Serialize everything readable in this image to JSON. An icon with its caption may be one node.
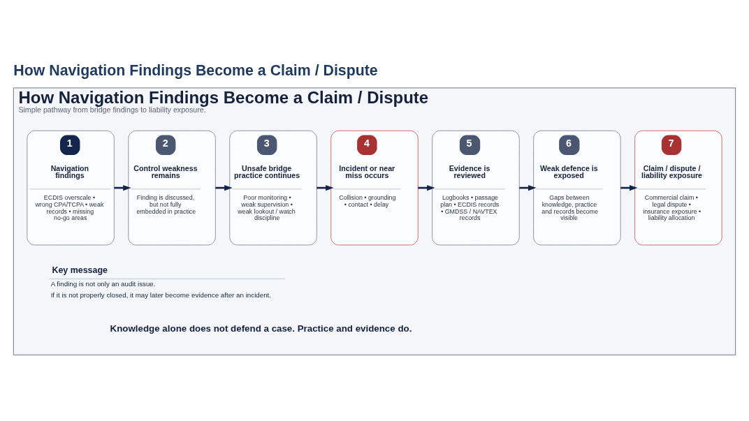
{
  "diagram": {
    "title": "How Navigation Findings Become a Claim / Dispute",
    "nodes": [
      {
        "text": [
          "How Navigation Findings Become a Claim / Dispute",
          "Simple pathway from bridge findings to liability exposure."
        ]
      },
      {
        "text": [
          "1",
          "Navigation findings",
          "ECDIS overscale • wrong CPA/TCPA • weak records • missing no-go areas"
        ],
        "in": 0
      },
      {
        "text": [
          "2",
          "Control weakness remains",
          "Finding is discussed, but not fully embedded in practice"
        ],
        "in": 0
      },
      {
        "text": [
          "3",
          "Unsafe bridge practice continues",
          "Poor monitoring • weak supervision • weak lookout / watch discipline"
        ],
        "in": 0
      },
      {
        "text": [
          "4",
          "Incident or near miss occurs",
          "Collision • grounding • contact • delay"
        ],
        "in": 0
      },
      {
        "text": [
          "5",
          "Evidence is reviewed",
          "Logbooks • passage plan • ECDIS records • GMDSS / NAVTEX records"
        ],
        "in": 0
      },
      {
        "text": [
          "6",
          "Weak defence is exposed",
          "Gaps between knowledge, practice and records become visible"
        ],
        "in": 0
      },
      {
        "text": [
          "7",
          "Claim / dispute / liability exposure",
          "Commercial claim • legal dispute • insurance exposure • liability allocation"
        ],
        "in": 0
      }
    ],
    "edges": [
      {
        "from": 1,
        "to": 2,
        "arrow": "to"
      },
      {
        "from": 2,
        "to": 3,
        "arrow": "to"
      },
      {
        "from": 3,
        "to": 4,
        "arrow": "to"
      },
      {
        "from": 4,
        "to": 5,
        "arrow": "to"
      },
      {
        "from": 5,
        "to": 6,
        "arrow": "to"
      },
      {
        "from": 6,
        "to": 7,
        "arrow": "to"
      }
    ],
    "labels": [
      "Key message",
      "A finding is not only an audit issue.",
      "If it is not properly closed, it may later become evidence after an incident.",
      "Knowledge alone does not defend a case. Practice and evidence do."
    ]
  }
}
